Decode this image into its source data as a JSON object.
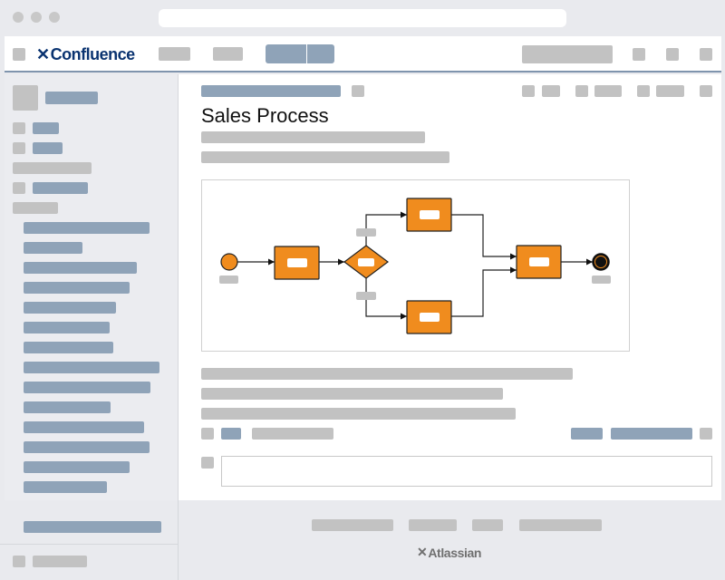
{
  "app": {
    "name": "Confluence"
  },
  "page": {
    "title": "Sales Process"
  },
  "footer": {
    "brand": "Atlassian"
  },
  "colors": {
    "accent": "#f08c1e",
    "placeholder_blue": "#8fa3b8",
    "placeholder_gray": "#c2c2c2",
    "header_rule": "#7f94ad"
  },
  "diagram": {
    "type": "bpmn-process",
    "nodes": [
      "start-event",
      "task",
      "exclusive-gateway",
      "task",
      "task",
      "task",
      "end-event"
    ]
  }
}
